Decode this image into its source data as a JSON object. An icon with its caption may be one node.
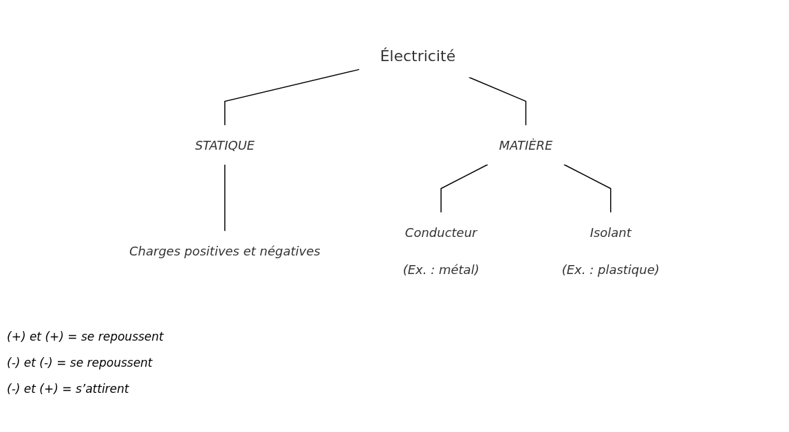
{
  "diagram": {
    "nodes": [
      {
        "text": [
          "Électricité"
        ]
      },
      {
        "text": [
          "STATIQUE"
        ]
      },
      {
        "text": [
          "MATIÈRE"
        ]
      },
      {
        "text": [
          "Charges positives et négatives"
        ]
      },
      {
        "text": [
          "Conducteur",
          "(Ex. : métal)"
        ]
      },
      {
        "text": [
          "Isolant",
          "(Ex. : plastique)"
        ]
      }
    ],
    "edges": [
      {
        "from": 0,
        "to": 1,
        "arrow": "none"
      },
      {
        "from": 0,
        "to": 2,
        "arrow": "none"
      },
      {
        "from": 1,
        "to": 3,
        "arrow": "none"
      },
      {
        "from": 2,
        "to": 4,
        "arrow": "none"
      },
      {
        "from": 2,
        "to": 5,
        "arrow": "none"
      }
    ],
    "labels": [
      "(+) et (+) = se repoussent",
      "(-) et (-) = se repoussent",
      "(-) et (+) = s’attirent"
    ]
  }
}
